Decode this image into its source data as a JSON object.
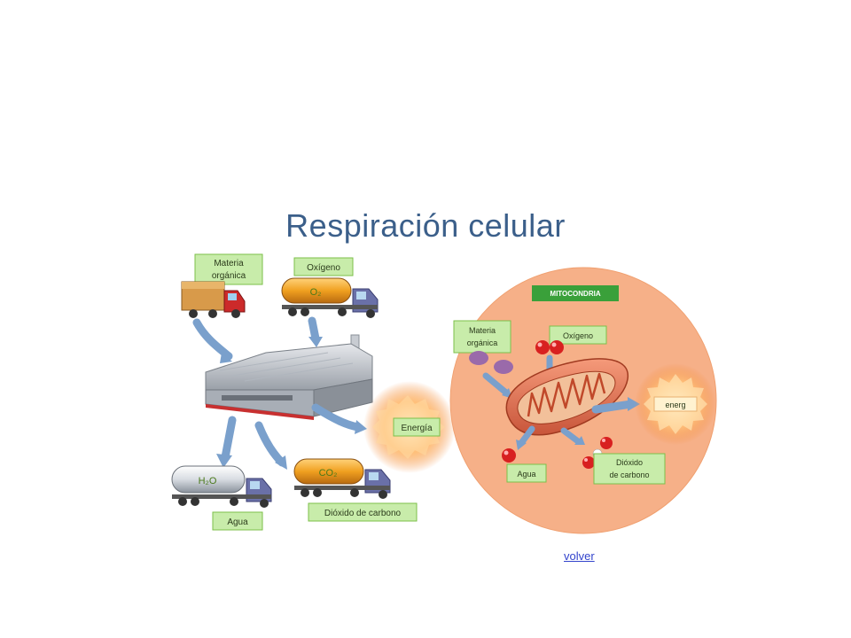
{
  "title": "Respiración celular",
  "factory": {
    "inputs": {
      "materia": [
        "Materia",
        "orgánica"
      ],
      "oxigeno": "Oxígeno",
      "o2_tank": "O₂"
    },
    "outputs": {
      "energia": "Energía",
      "agua": "Agua",
      "h2o_tank": "H₂O",
      "co2_tank": "CO₂",
      "dioxido": "Dióxido de carbono"
    }
  },
  "cell": {
    "header": "MITOCONDRIA",
    "materia": [
      "Materia",
      "orgánica"
    ],
    "oxigeno": "Oxígeno",
    "energia": "energ",
    "agua": "Agua",
    "dioxido": [
      "Dióxido",
      "de carbono"
    ]
  },
  "link": {
    "label": "volver"
  },
  "colors": {
    "title": "#3b5f8a",
    "label_bg": "#c8ecaa",
    "label_border": "#7cbf4a",
    "cell_fill": "#f6b088",
    "arrow": "#7aa0cc",
    "link": "#3344cc"
  }
}
